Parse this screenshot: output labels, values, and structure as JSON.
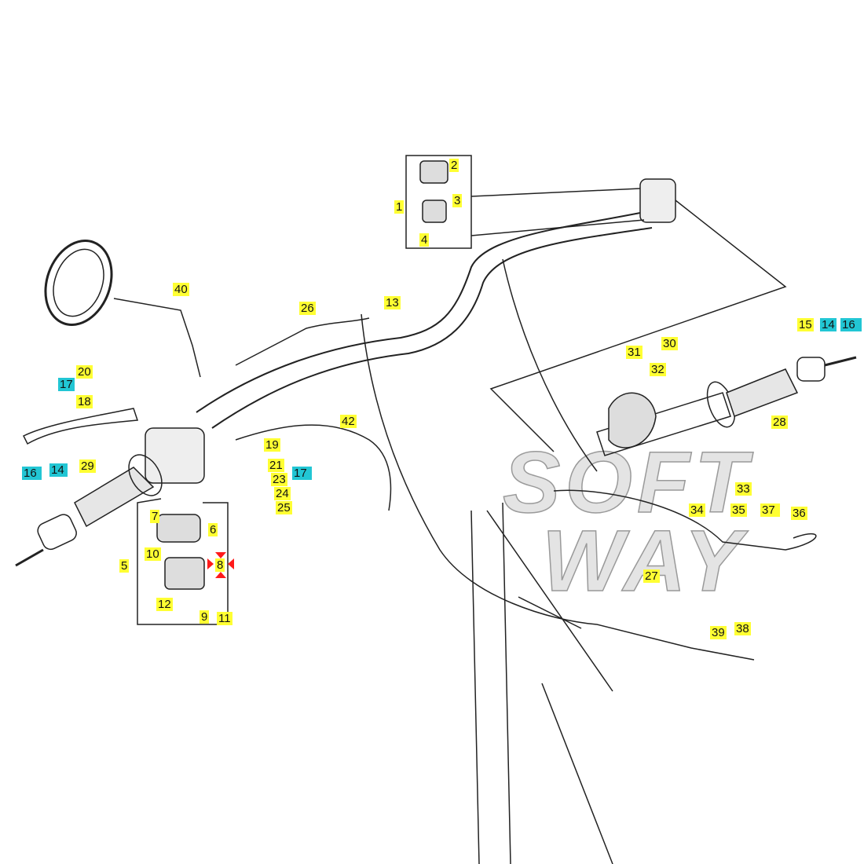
{
  "watermark": {
    "line1": "SOFT",
    "line2": "WAY"
  },
  "colors": {
    "part_highlight": "#ffff33",
    "shared_part_highlight": "#22c6d4",
    "marker": "#ff1a1a",
    "line": "#222222"
  },
  "labels": [
    {
      "id": "2",
      "text": "2",
      "style": "yellow"
    },
    {
      "id": "3",
      "text": "3",
      "style": "yellow"
    },
    {
      "id": "1",
      "text": "1",
      "style": "yellow"
    },
    {
      "id": "4",
      "text": "4",
      "style": "yellow"
    },
    {
      "id": "40",
      "text": "40",
      "style": "yellow"
    },
    {
      "id": "26",
      "text": "26",
      "style": "yellow"
    },
    {
      "id": "13",
      "text": "13",
      "style": "yellow"
    },
    {
      "id": "15",
      "text": "15",
      "style": "yellow"
    },
    {
      "id": "14a",
      "text": "14",
      "style": "cyan"
    },
    {
      "id": "16a",
      "text": "16",
      "style": "cyan"
    },
    {
      "id": "30",
      "text": "30",
      "style": "yellow"
    },
    {
      "id": "31",
      "text": "31",
      "style": "yellow"
    },
    {
      "id": "32",
      "text": "32",
      "style": "yellow"
    },
    {
      "id": "28",
      "text": "28",
      "style": "yellow"
    },
    {
      "id": "20",
      "text": "20",
      "style": "yellow"
    },
    {
      "id": "17a",
      "text": "17",
      "style": "cyan"
    },
    {
      "id": "18",
      "text": "18",
      "style": "yellow"
    },
    {
      "id": "42",
      "text": "42",
      "style": "yellow"
    },
    {
      "id": "19",
      "text": "19",
      "style": "yellow"
    },
    {
      "id": "21",
      "text": "21",
      "style": "yellow"
    },
    {
      "id": "23",
      "text": "23",
      "style": "yellow"
    },
    {
      "id": "17b",
      "text": "17",
      "style": "cyan"
    },
    {
      "id": "24",
      "text": "24",
      "style": "yellow"
    },
    {
      "id": "25",
      "text": "25",
      "style": "yellow"
    },
    {
      "id": "16b",
      "text": "16",
      "style": "cyan"
    },
    {
      "id": "14b",
      "text": "14",
      "style": "cyan"
    },
    {
      "id": "29",
      "text": "29",
      "style": "yellow"
    },
    {
      "id": "7",
      "text": "7",
      "style": "yellow"
    },
    {
      "id": "6",
      "text": "6",
      "style": "yellow"
    },
    {
      "id": "10",
      "text": "10",
      "style": "yellow"
    },
    {
      "id": "5",
      "text": "5",
      "style": "yellow"
    },
    {
      "id": "8",
      "text": "8",
      "style": "yellow"
    },
    {
      "id": "12",
      "text": "12",
      "style": "yellow"
    },
    {
      "id": "9",
      "text": "9",
      "style": "yellow"
    },
    {
      "id": "11",
      "text": "11",
      "style": "yellow"
    },
    {
      "id": "33",
      "text": "33",
      "style": "yellow"
    },
    {
      "id": "34",
      "text": "34",
      "style": "yellow"
    },
    {
      "id": "35",
      "text": "35",
      "style": "yellow"
    },
    {
      "id": "37",
      "text": "37",
      "style": "yellow"
    },
    {
      "id": "36",
      "text": "36",
      "style": "yellow"
    },
    {
      "id": "27",
      "text": "27",
      "style": "yellow"
    },
    {
      "id": "39",
      "text": "39",
      "style": "yellow"
    },
    {
      "id": "38",
      "text": "38",
      "style": "yellow"
    }
  ]
}
